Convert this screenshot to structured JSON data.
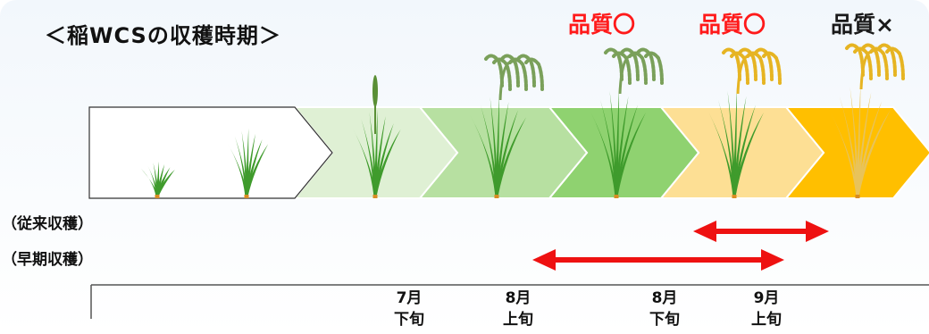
{
  "title": "＜稲WCSの収穫時期＞",
  "quality_labels": [
    {
      "text": "品質〇",
      "status": "good"
    },
    {
      "text": "品質〇",
      "status": "good"
    },
    {
      "text": "品質×",
      "status": "bad"
    }
  ],
  "stages": [
    {
      "fill": "#ffffff",
      "stroke": "#333333"
    },
    {
      "fill": "#dff0d4",
      "stroke": "#ffffff"
    },
    {
      "fill": "#b7e0a1",
      "stroke": "#ffffff"
    },
    {
      "fill": "#8fd270",
      "stroke": "#ffffff"
    },
    {
      "fill": "#fddf94",
      "stroke": "#ffffff"
    },
    {
      "fill": "#ffbf00",
      "stroke": "#ffffff"
    }
  ],
  "harvest_rows": [
    {
      "label": "（従来収穫）"
    },
    {
      "label": "（早期収穫）"
    }
  ],
  "timeline": [
    {
      "month": "7月",
      "period": "下旬"
    },
    {
      "month": "8月",
      "period": "上旬"
    },
    {
      "month": "8月",
      "period": "下旬"
    },
    {
      "month": "9月",
      "period": "上旬"
    }
  ],
  "colors": {
    "quality_good": "#ff1a1a",
    "quality_bad": "#1a1a1a",
    "arrow": "#ee1111",
    "plant_green": "#3f9b2c",
    "plant_golden": "#e6b422",
    "timeline_line": "#555555"
  }
}
